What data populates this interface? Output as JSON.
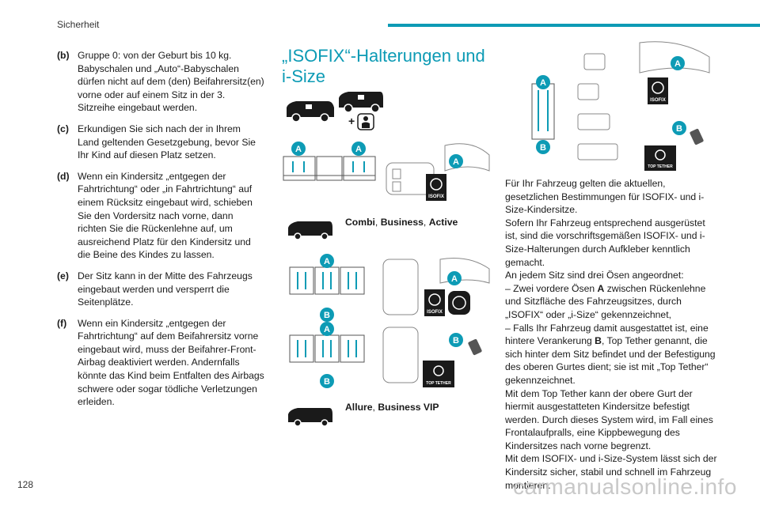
{
  "header": {
    "section": "Sicherheit"
  },
  "page_number": "128",
  "watermark": "carmanualsonline.info",
  "left_column": {
    "items": [
      {
        "key": "(b)",
        "text": "Gruppe 0: von der Geburt bis 10 kg. Babyschalen und „Auto“-Babyschalen dürfen nicht auf dem (den) Beifahrersitz(en) vorne oder auf einem Sitz in der 3. Sitzreihe eingebaut werden."
      },
      {
        "key": "(c)",
        "text": "Erkundigen Sie sich nach der in Ihrem Land geltenden Gesetzgebung, bevor Sie Ihr Kind auf diesen Platz setzen."
      },
      {
        "key": "(d)",
        "text": "Wenn ein Kindersitz „entgegen der Fahrtrichtung“ oder „in Fahrtrichtung“ auf einem Rücksitz eingebaut wird, schieben Sie den Vordersitz nach vorne, dann richten Sie die Rückenlehne auf, um ausreichend Platz für den Kindersitz und die Beine des Kindes zu lassen."
      },
      {
        "key": "(e)",
        "text": "Der Sitz kann in der Mitte des Fahrzeugs eingebaut werden und versperrt die Seitenplätze."
      },
      {
        "key": "(f)",
        "text": "Wenn ein Kindersitz „entgegen der Fahrtrichtung“ auf dem Beifahrersitz vorne eingebaut wird, muss der Beifahrer-Front-Airbag deaktiviert werden. Andernfalls könnte das Kind beim Entfalten des Airbags schwere oder sogar tödliche Verletzungen erleiden."
      }
    ]
  },
  "middle_column": {
    "title": "„ISOFIX“-Halterungen und i-Size",
    "caption1": {
      "bold1": "Combi",
      "sep1": ", ",
      "bold2": "Business",
      "sep2": ", ",
      "bold3": "Active"
    },
    "caption2": {
      "bold1": "Allure",
      "sep1": ", ",
      "bold2": "Business VIP"
    }
  },
  "labels": {
    "a": "A",
    "b": "B",
    "isofix": "ISOFIX",
    "top_tether": "TOP TETHER"
  },
  "right_column": {
    "paragraphs": [
      "Für Ihr Fahrzeug gelten die aktuellen, gesetzlichen Bestimmungen für ISOFIX- und i-Size-Kindersitze.",
      "Sofern Ihr Fahrzeug entsprechend ausgerüstet ist, sind die vorschriftsgemäßen ISOFIX- und i-Size-Halterungen durch Aufkleber kenntlich gemacht.",
      "An jedem Sitz sind drei Ösen angeordnet:"
    ],
    "bullet1": {
      "pre": "– Zwei vordere Ösen ",
      "bold": "A",
      "post": " zwischen Rückenlehne und Sitzfläche des Fahrzeugsitzes, durch „ISOFIX“ oder „i-Size“ gekennzeichnet,"
    },
    "bullet2": {
      "pre": "– Falls Ihr Fahrzeug damit ausgestattet ist, eine hintere Verankerung ",
      "bold": "B",
      "post": ", Top Tether genannt, die sich hinter dem Sitz befindet und der Befestigung des oberen Gurtes dient; sie ist mit „Top Tether“ gekennzeichnet."
    },
    "paragraphs2": [
      "Mit dem Top Tether kann der obere Gurt der hiermit ausgestatteten Kindersitze befestigt werden. Durch dieses System wird, im Fall eines Frontalaufpralls, eine Kippbewegung des Kindersitzes nach vorne begrenzt.",
      "Mit dem ISOFIX- und i-Size-System lässt sich der Kindersitz sicher, stabil und schnell im Fahrzeug montieren."
    ]
  },
  "colors": {
    "accent": "#0d9bb5",
    "dark": "#1a1a1a",
    "line": "#555555"
  }
}
